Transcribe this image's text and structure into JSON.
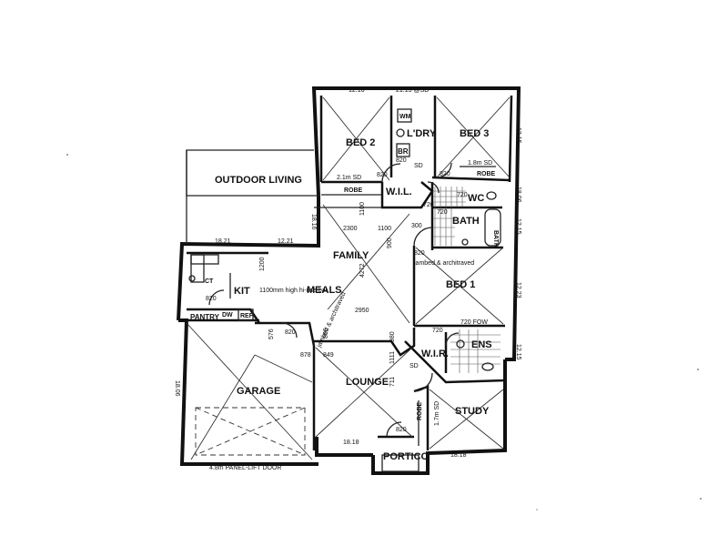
{
  "rooms": {
    "bed2": "BED 2",
    "ldry": "L'DRY",
    "bed3": "BED 3",
    "outdoor_living": "OUTDOOR LIVING",
    "wil": "W.I.L.",
    "wc": "WC",
    "bath": "BATH",
    "family": "FAMILY",
    "kit": "KIT",
    "meals": "MEALS",
    "bed1": "BED 1",
    "pantry": "PANTRY",
    "garage": "GARAGE",
    "lounge": "LOUNGE",
    "wir": "W.I.R.",
    "ens": "ENS",
    "study": "STUDY",
    "portico": "PORTICO"
  },
  "fixtures": {
    "wm": "WM",
    "br": "BR",
    "robe1": "ROBE",
    "robe2": "ROBE",
    "robe3": "ROBE",
    "sd1": "2.1m SD",
    "sd2": "1.8m SD",
    "sd3": "SD",
    "sd4": "SD",
    "sd5": "1.7m SD",
    "fow": "720 FOW",
    "ref": "REF",
    "ct": "CT",
    "dw": "DW",
    "bath_fixture": "BATH",
    "door_label": "4.8m PANEL-LIFT DOOR",
    "bar_note": "1100mm high hi-rise bar.",
    "jamb_note": "jambed & architraved",
    "jamb_note2": "jambed & architraved"
  },
  "dimensions": {
    "d_1216_top": "12.16",
    "d_2115": "21.15 @SD",
    "d_1215_right1": "12.15",
    "d_1215_right2": "12.15",
    "d_1215_right3": "12.15",
    "d_1223": "12.23",
    "d_1816_mid": "18.16",
    "d_1816_bottom1": "18.18",
    "d_1816_bottom2": "18.18",
    "d_1821_left": "18.21",
    "d_1821_mid": "12.21",
    "d_1806": "18.06",
    "d_820_a": "820",
    "d_820_b": "820",
    "d_820_c": "820",
    "d_820_d": "820",
    "d_820_e": "820",
    "d_820_f": "820",
    "d_820_g": "820",
    "d_720_a": "720",
    "d_720_b": "720",
    "d_720_c": "720",
    "d_720_d": "720",
    "d_1100": "1100",
    "d_1100b": "1100",
    "d_2300": "2300",
    "d_300": "300",
    "d_900": "900",
    "d_4272": "4272",
    "d_1200": "1200",
    "d_2950": "2950",
    "d_576": "576",
    "d_878": "878",
    "d_849": "849",
    "d_866": "866",
    "d_980": "980",
    "d_1111": "1111",
    "d_711": "711"
  }
}
